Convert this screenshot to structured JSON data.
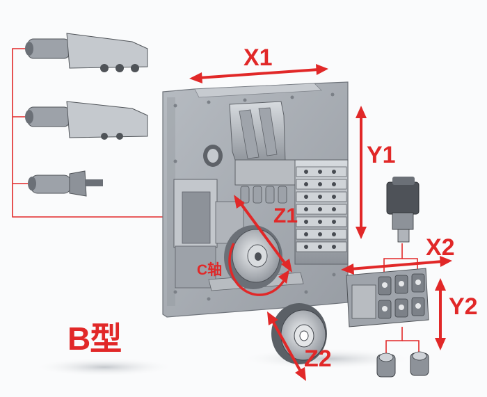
{
  "diagram": {
    "model_label": "B型",
    "axes": {
      "x1": "X1",
      "y1": "Y1",
      "z1": "Z1",
      "c_axis": "C轴",
      "x2": "X2",
      "y2": "Y2",
      "z2": "Z2"
    },
    "colors": {
      "accent": "#e12828",
      "frame": "#a7acb3",
      "frame_dark": "#6f747b",
      "metal_light": "#cfd3d8",
      "metal_dark": "#585c62"
    },
    "tool_options_left": [
      "angled-drill-head",
      "angled-drill-head",
      "straight-collet-holder"
    ],
    "tool_options_bottom_right": [
      "collet-holder",
      "collet-holder"
    ]
  }
}
